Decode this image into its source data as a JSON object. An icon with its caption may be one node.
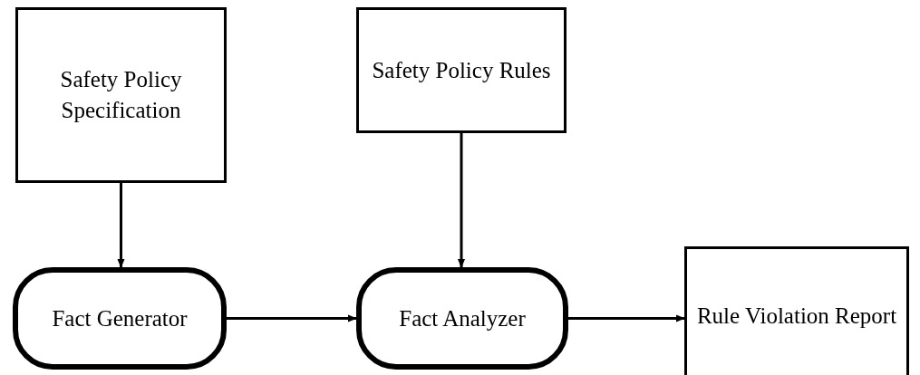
{
  "diagram": {
    "nodes": [
      {
        "text": [
          "Safety Policy Specification"
        ]
      },
      {
        "text": [
          "Safety Policy Rules"
        ]
      },
      {
        "text": [
          "Fact Generator"
        ]
      },
      {
        "text": [
          "Fact Analyzer"
        ]
      },
      {
        "text": [
          "Rule Violation Report"
        ]
      }
    ],
    "edges": [
      {
        "from": 0,
        "to": 2,
        "arrow": "to"
      },
      {
        "from": 1,
        "to": 3,
        "arrow": "to"
      },
      {
        "from": 2,
        "to": 3,
        "arrow": "to"
      },
      {
        "from": 3,
        "to": 4,
        "arrow": "to"
      }
    ]
  }
}
